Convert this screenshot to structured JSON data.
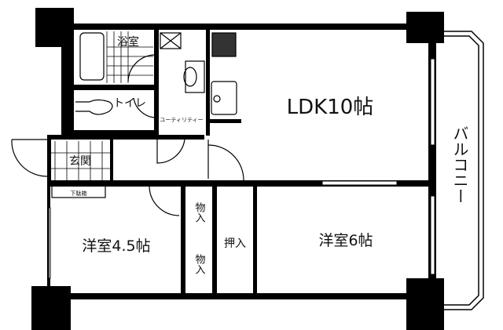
{
  "plan": {
    "rooms": {
      "bath": "浴室",
      "toilet": "トイレ",
      "utility": "ユーティリティー",
      "ldk": "LDK10帖",
      "entrance": "玄関",
      "shoe_box": "下駄箱",
      "closet_1": "物入",
      "closet_2": "物入",
      "oshiire": "押入",
      "western_room_small": "洋室4.5帖",
      "western_room_large": "洋室6帖",
      "balcony": "バルコニー"
    }
  }
}
